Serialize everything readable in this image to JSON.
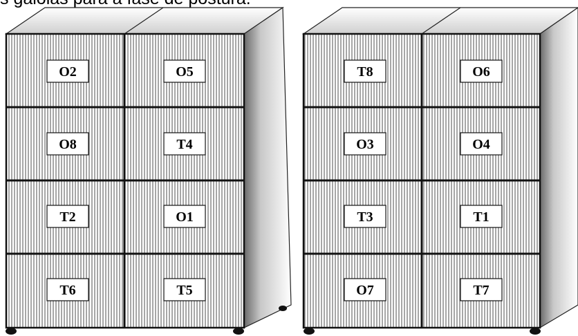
{
  "caption": "s gaiolas para a fase de postura.",
  "cabinets": [
    {
      "name": "left",
      "rows": [
        [
          "O2",
          "O5"
        ],
        [
          "O8",
          "T4"
        ],
        [
          "T2",
          "O1"
        ],
        [
          "T6",
          "T5"
        ]
      ]
    },
    {
      "name": "right",
      "rows": [
        [
          "T8",
          "O6"
        ],
        [
          "O3",
          "O4"
        ],
        [
          "T3",
          "T1"
        ],
        [
          "O7",
          "T7"
        ]
      ]
    }
  ]
}
